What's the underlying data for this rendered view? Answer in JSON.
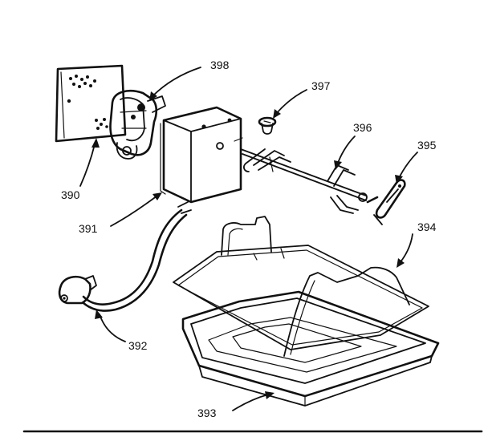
{
  "diagram": {
    "labels": {
      "plate": "390",
      "motor_box": "391",
      "cord": "392",
      "drip_pan": "393",
      "wire_rack": "394",
      "spit_handle": "395",
      "spit_rod": "396",
      "screw": "397",
      "motor_bracket": "398"
    }
  }
}
